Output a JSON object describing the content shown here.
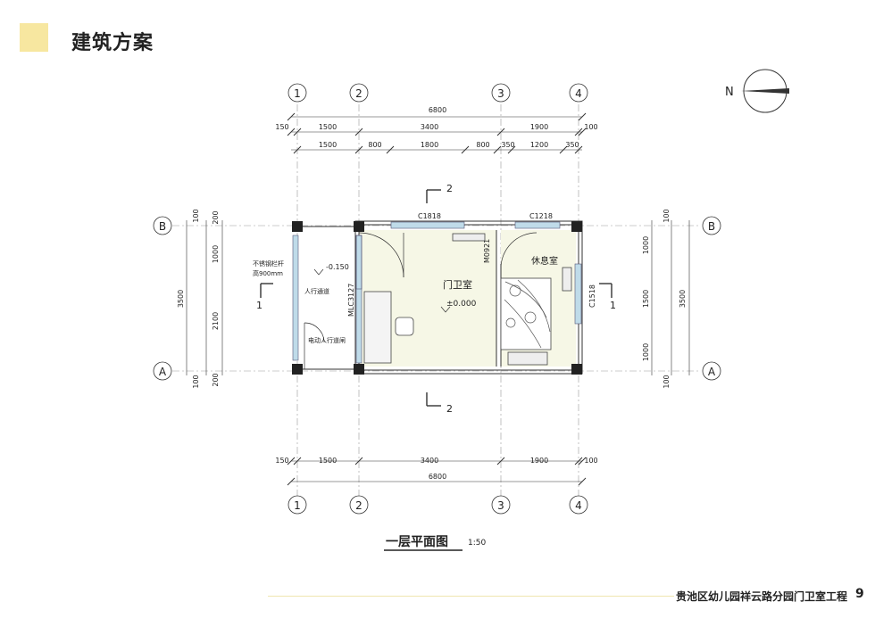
{
  "header": {
    "title": "建筑方案"
  },
  "compass": {
    "north_label": "N"
  },
  "axes": {
    "columns": [
      "1",
      "2",
      "3",
      "4"
    ],
    "rows": [
      "A",
      "B"
    ]
  },
  "dimensions": {
    "top_total": "6800",
    "top_row1": [
      "150",
      "1500",
      "3400",
      "1900",
      "100"
    ],
    "top_row2": [
      "1500",
      "800",
      "1800",
      "800",
      "350",
      "1200",
      "350"
    ],
    "bottom_row": [
      "150",
      "1500",
      "3400",
      "1900",
      "100"
    ],
    "bottom_total": "6800",
    "left_outer": [
      "100",
      "3500",
      "100"
    ],
    "left_inner": [
      "200",
      "1000",
      "2100",
      "200"
    ],
    "right_inner": [
      "1000",
      "1500",
      "1000"
    ],
    "right_outer": [
      "100",
      "3500",
      "100"
    ]
  },
  "sections": {
    "section_2": "2",
    "section_1": "1"
  },
  "labels": {
    "guard_room": "门卫室",
    "rest_room": "休息室",
    "guard_level": "±0.000",
    "walk_level": "-0.150",
    "rail_1": "不锈钢栏杆",
    "rail_2": "高900mm",
    "walkway": "人行通道",
    "e_gate": "电动人行道闸",
    "win_c1818": "C1818",
    "win_c1218": "C1218",
    "win_c1518": "C1518",
    "door_m0921": "M0921",
    "door_mlc3127": "MLC3127"
  },
  "plan_title": {
    "name": "一层平面图",
    "scale": "1:50"
  },
  "footer": {
    "project": "贵池区幼儿园祥云路分园门卫室工程",
    "page": "9"
  }
}
